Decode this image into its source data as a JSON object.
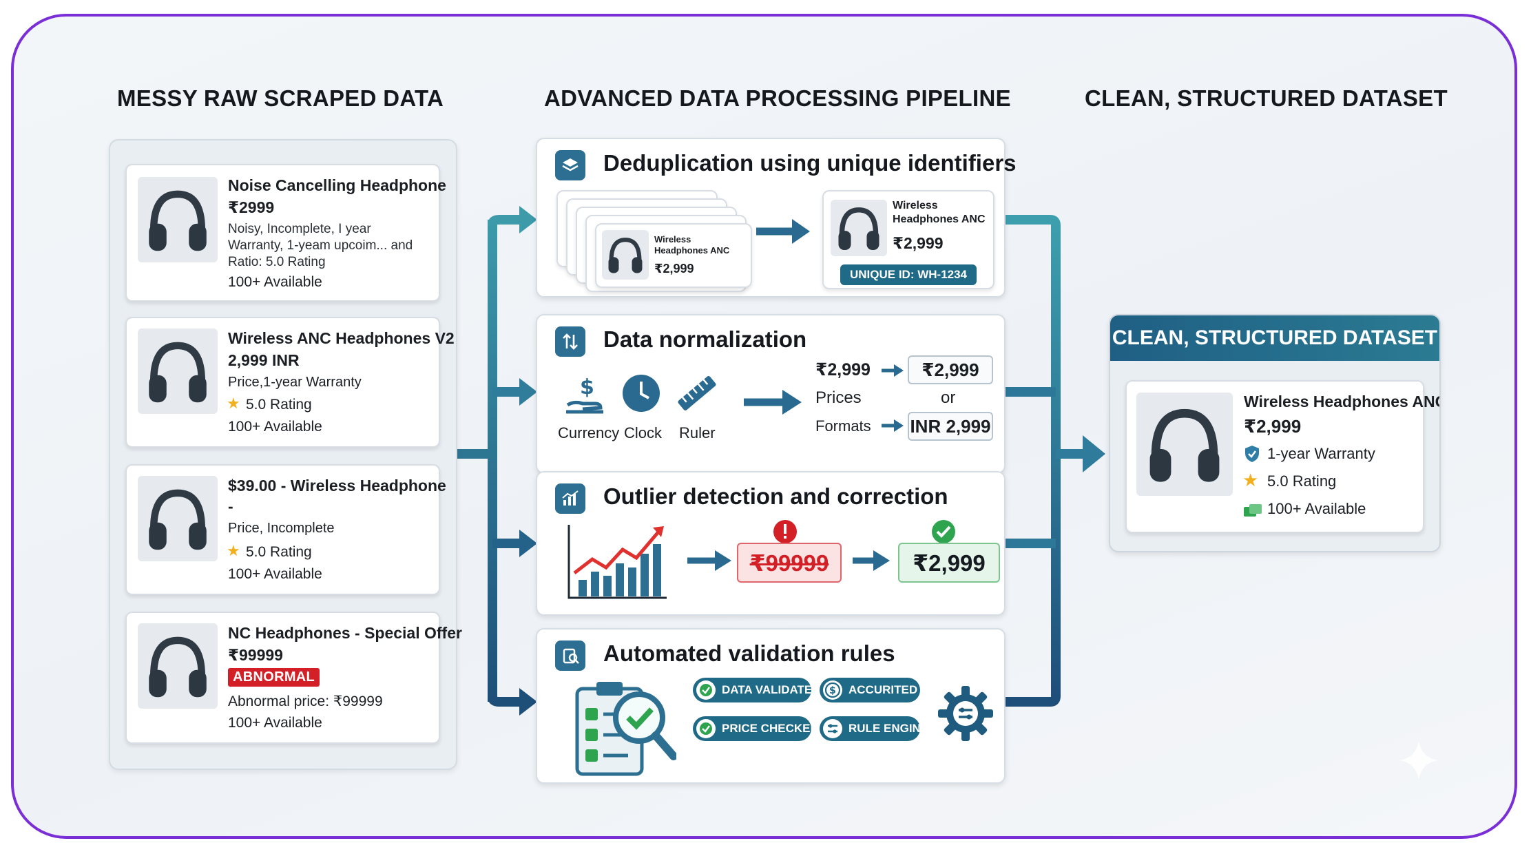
{
  "headers": {
    "raw": "MESSY RAW SCRAPED DATA",
    "pipeline": "ADVANCED DATA PROCESSING PIPELINE",
    "clean": "CLEAN, STRUCTURED DATASET"
  },
  "raw_cards": [
    {
      "title": "Noise Cancelling Headphone",
      "price": "₹2999",
      "lines": [
        "Noisy, Incomplete, I year",
        "Warranty, 1-yeam upcoim... and",
        "Ratio: 5.0 Rating"
      ],
      "availability": "100+ Available"
    },
    {
      "title": "Wireless ANC Headphones V2",
      "price": "2,999 INR",
      "line": "Price,1-year Warranty",
      "rating": "5.0 Rating",
      "availability": "100+ Available"
    },
    {
      "title": "$39.00 - Wireless Headphone",
      "dash": "-",
      "line": "Price, Incomplete",
      "rating": "5.0 Rating",
      "availability": "100+ Available"
    },
    {
      "title": "NC Headphones - Special Offer",
      "price": "₹99999",
      "badge": "ABNORMAL",
      "line": "Abnormal price: ₹99999",
      "availability": "100+ Available"
    }
  ],
  "stages": {
    "dedup": {
      "title": "Deduplication using unique identifiers",
      "stack_name": "Wireless Headphones ANC",
      "stack_price": "₹2,999",
      "result_name_1": "Wireless",
      "result_name_2": "Headphones ANC",
      "result_price": "₹2,999",
      "unique_id": "UNIQUE ID: WH-1234"
    },
    "normalization": {
      "title": "Data normalization",
      "icons": [
        "Currency",
        "Clock",
        "Ruler"
      ],
      "raw_price": "₹2,999",
      "prices_label": "Prices",
      "or_label": "or",
      "formats_label": "Formats",
      "out_1": "₹2,999",
      "out_2": "INR 2,999"
    },
    "outlier": {
      "title": "Outlier detection and correction",
      "bad_value": "₹99999",
      "good_value": "₹2,999"
    },
    "validation": {
      "title": "Automated validation rules",
      "pills": [
        "DATA VALIDATED",
        "ACCURITED",
        "PRICE CHECKED",
        "RULE ENGINE"
      ]
    }
  },
  "clean": {
    "header": "CLEAN, STRUCTURED DATASET",
    "name": "Wireless Headphones ANC",
    "price": "₹2,999",
    "warranty": "1-year Warranty",
    "rating": "5.0 Rating",
    "availability": "100+ Available"
  },
  "colors": {
    "frame": "#7a2fd6",
    "accent_dark": "#1f5a7f",
    "accent_teal": "#3a93a6",
    "clean_header": "#236b86",
    "error": "#d32027",
    "success": "#2ea44f"
  }
}
